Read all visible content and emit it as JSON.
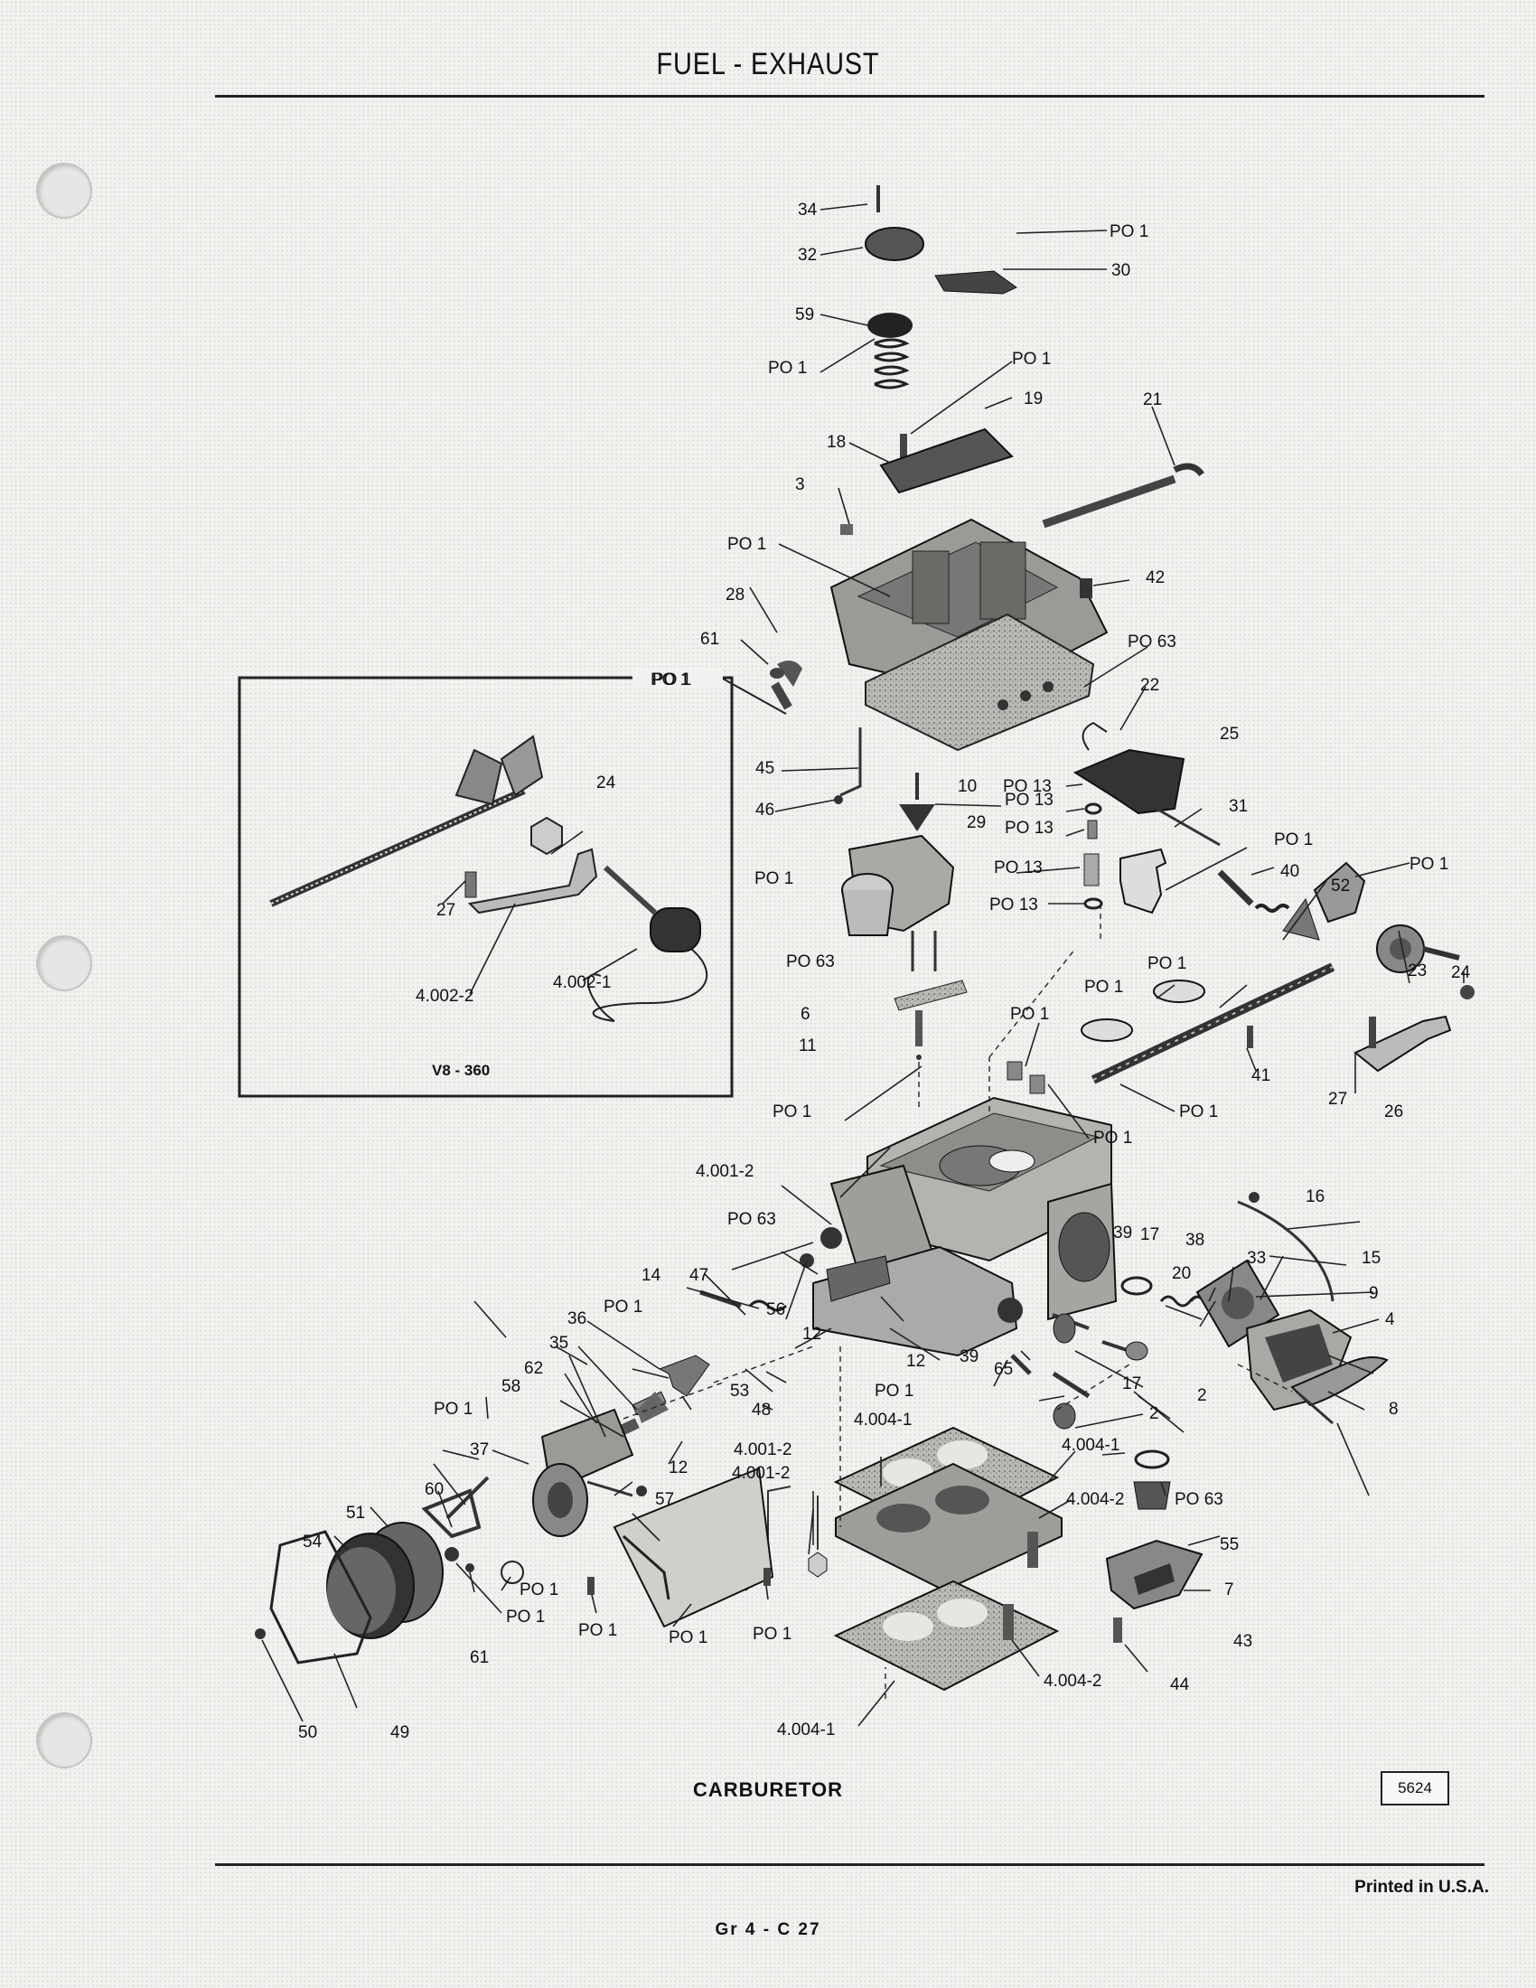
{
  "header": {
    "title": "FUEL - EXHAUST"
  },
  "inset": {
    "caption": "V8 - 360"
  },
  "footer": {
    "caption": "CARBURETOR",
    "figure_number": "5624",
    "printed": "Printed in U.S.A.",
    "page_ref": "Gr 4 - C 27"
  },
  "labels": {
    "l34": "34",
    "po1_a": "PO 1",
    "l32": "32",
    "l30": "30",
    "l59": "59",
    "po1_b": "PO 1",
    "po1_c": "PO 1",
    "l19": "19",
    "l21": "21",
    "l18": "18",
    "l3": "3",
    "po1_d": "PO 1",
    "l42": "42",
    "l28": "28",
    "l61_top": "61",
    "po63_a": "PO 63",
    "po1_e": "PO 1",
    "l22": "22",
    "l25": "25",
    "l45": "45",
    "po13_a": "PO 13",
    "l10": "10",
    "po13_b": "PO 13",
    "l46": "46",
    "l31": "31",
    "l29": "29",
    "po13_c": "PO 13",
    "po1_f": "PO 1",
    "po1_g": "PO 1",
    "po13_d": "PO 13",
    "po1_h": "PO 1",
    "l40": "40",
    "l52": "52",
    "po13_e": "PO 13",
    "l23": "23",
    "po63_b": "PO 63",
    "po1_i": "PO 1",
    "po1_j": "PO 1",
    "l24_right": "24",
    "l6": "6",
    "po1_k": "PO 1",
    "l11": "11",
    "l41": "41",
    "po1_l": "PO 1",
    "l27_right": "27",
    "l26": "26",
    "po1_m": "PO 1",
    "po1_n": "PO 1",
    "l4001_2a": "4.001-2",
    "l16": "16",
    "po63_c": "PO 63",
    "l39_top": "39",
    "l17_top": "17",
    "l38": "38",
    "l33": "33",
    "l15": "15",
    "l47": "47",
    "l20": "20",
    "l14": "14",
    "l56": "56",
    "l9": "9",
    "po1_o": "PO 1",
    "l12_a": "12",
    "l4": "4",
    "l36": "36",
    "l12_b": "12",
    "l39_mid": "39",
    "l35": "35",
    "l65": "65",
    "l62": "62",
    "l17_mid": "17",
    "l2_right": "2",
    "l58": "58",
    "l53": "53",
    "po1_p": "PO 1",
    "l2_mid": "2",
    "l8": "8",
    "po1_q": "PO 1",
    "l48": "48",
    "l4004_1a": "4.004-1",
    "l4004_1b": "4.004-1",
    "l4001_2b": "4.001-2",
    "l37": "37",
    "l4001_2c": "4.001-2",
    "l12_c": "12",
    "po63_d": "PO 63",
    "l4004_2a": "4.004-2",
    "l57": "57",
    "l60": "60",
    "l51": "51",
    "l55": "55",
    "l54": "54",
    "l7": "7",
    "po1_r": "PO 1",
    "po1_s": "PO 1",
    "po1_t": "PO 1",
    "po1_u": "PO 1",
    "po1_v": "PO 1",
    "l43": "43",
    "l61_bottom": "61",
    "l4004_2b": "4.004-2",
    "l44": "44",
    "l4004_1c": "4.004-1",
    "l50": "50",
    "l49": "49",
    "l24_inset": "24",
    "l27_inset": "27",
    "l4002_1": "4.002-1",
    "l4002_2": "4.002-2",
    "po1_inset": "PO 1"
  }
}
